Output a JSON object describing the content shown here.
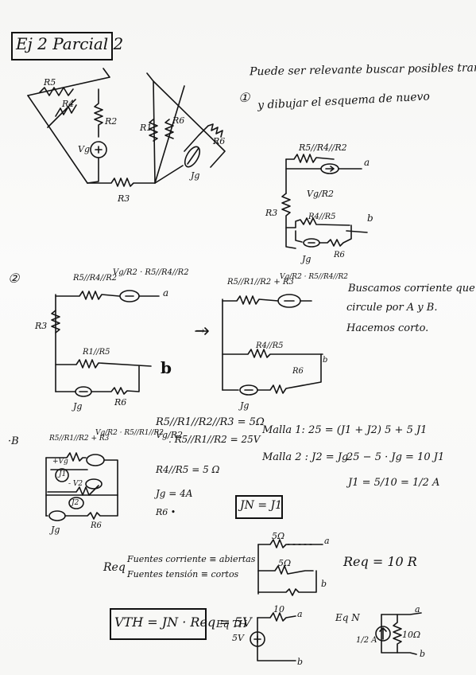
{
  "header": {
    "title": "Ej 2  Parcial 2"
  },
  "intro": {
    "note_line1": "Puede ser relevante buscar posibles transformaciones",
    "note_line2": "y dibujar el esquema de nuevo",
    "step1": "①"
  },
  "circuit_orig": {
    "R5": "R5",
    "R4": "R4",
    "R2": "R2",
    "Vg": "Vg",
    "R3": "R3",
    "R1": "R1",
    "R6_top": "R6",
    "R6": "R6",
    "Jg": "Jg"
  },
  "step1_circuit": {
    "label_top": "R5//R4//R2",
    "source": "Vg/R2",
    "a": "a",
    "R3": "R3",
    "label_mid": "R4//R5",
    "b": "b",
    "R6": "R6",
    "Jg": "Jg"
  },
  "step2": {
    "num": "②",
    "left_top": "R5//R4//R2",
    "left_src": "Vg/R2 · R5//R4//R2",
    "a": "a",
    "R3": "R3",
    "left_mid": "R1//R5",
    "b": "b",
    "R6": "R6",
    "Jg": "Jg",
    "arrow": "→",
    "right_top": "R5//R1//R2 + R3",
    "right_src": "Vg/R2 · R5//R4//R2",
    "right_mid": "R4//R5",
    "right_b": "b",
    "right_R6": "R6",
    "right_Jg": "Jg",
    "note1": "Buscamos corriente que",
    "note2": "circule por A y B.",
    "note3": "Hacemos corto."
  },
  "step3": {
    "dot_B": "·B",
    "c_top": "R5//R1//R2 + R3",
    "c_src": "Vg/R2 · R5//R1//R2",
    "c_vg": "+Vg",
    "c_J1": "J1",
    "c_v2": "- V2",
    "c_J2": "J2",
    "c_Jg": "Jg",
    "c_R6": "R6",
    "v1": "R5//R1//R2//R3 = 5Ω",
    "v2a": "Vg/R2",
    "v2b": ". R5//R1//R2 = 25V",
    "v3": "R4//R5 = 5 Ω",
    "v4": "Jg = 4A",
    "v5": "R6 •",
    "m1": "Malla 1:  25 = (J1 + J2) 5 + 5 J1",
    "m2": "Malla 2 :  J2 = Jg",
    "m3": "25 − 5 · Jg = 10 J1",
    "m4": "J1 = 5/10 = 1/2 A",
    "jn": "JN = J1"
  },
  "req": {
    "label": "Req",
    "line1": "Fuentes corriente ≡ abiertas",
    "line2": "Fuentes tensión ≡ cortos",
    "r_top": "5Ω",
    "a": "a",
    "r_mid": "5Ω",
    "b": "b",
    "result": "Req = 10 R"
  },
  "final": {
    "vth": "VTH = JN · Req = 5V",
    "eq_th": "Eq TH",
    "th_r": "10",
    "th_a": "a",
    "th_v": "5V",
    "th_b": "b",
    "eq_n": "Eq N",
    "n_src": "1/2 A",
    "n_r": "10Ω",
    "n_a": "a",
    "n_b": "b"
  }
}
